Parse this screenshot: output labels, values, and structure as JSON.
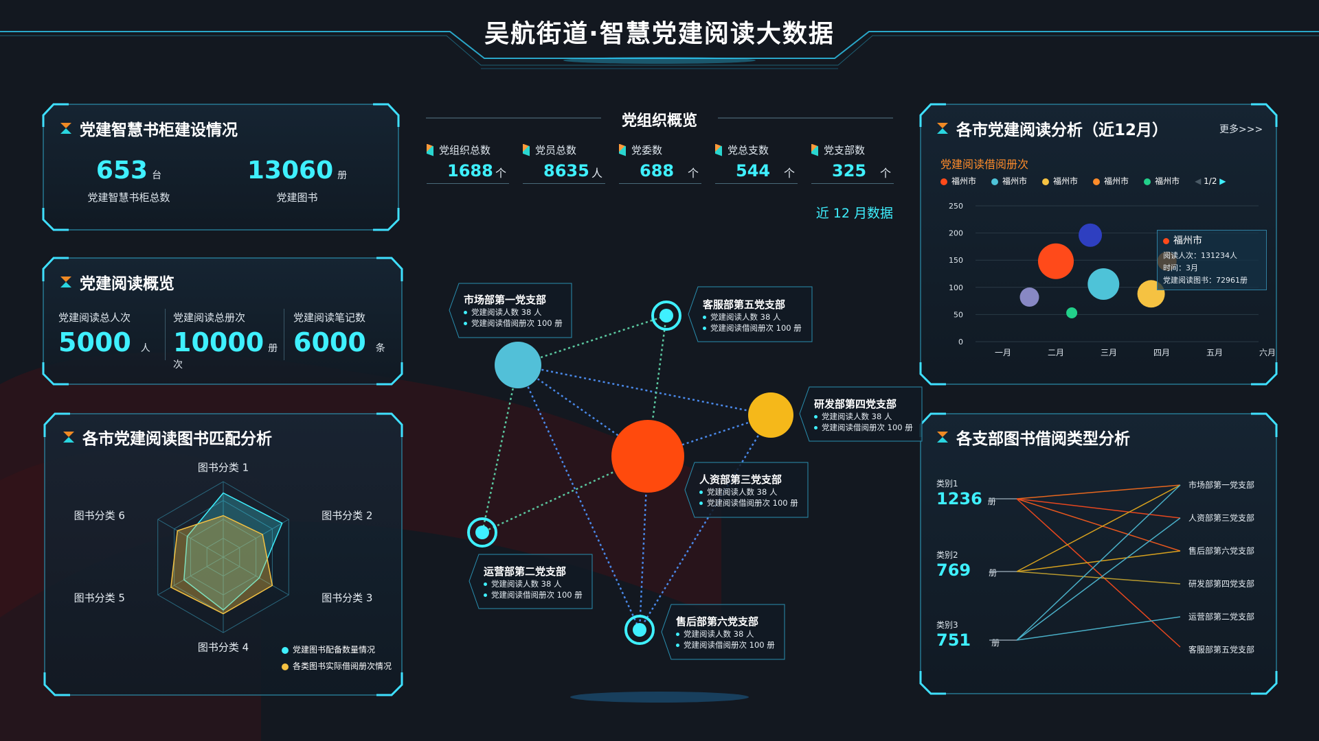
{
  "title": "吴航街道·智慧党建阅读大数据",
  "panel1": {
    "title": "党建智慧书柜建设情况",
    "stats": [
      {
        "value": "653",
        "unit": "台",
        "label": "党建智慧书柜总数"
      },
      {
        "value": "13060",
        "unit": "册",
        "label": "党建图书"
      }
    ]
  },
  "panel2": {
    "title": "党建阅读概览",
    "stats": [
      {
        "label": "党建阅读总人次",
        "value": "5000",
        "unit": "人"
      },
      {
        "label": "党建阅读总册次",
        "value": "10000",
        "unit": "册次"
      },
      {
        "label": "党建阅读笔记数",
        "value": "6000",
        "unit": "条"
      }
    ]
  },
  "panel3": {
    "title": "各市党建阅读图书匹配分析",
    "axes": [
      "图书分类 1",
      "图书分类 2",
      "图书分类 3",
      "图书分类 4",
      "图书分类 5",
      "图书分类 6"
    ],
    "legend": [
      "党建图书配备数量情况",
      "各类图书实际借阅册次情况"
    ],
    "series_colors": [
      "#3ff0ff",
      "#f5c242"
    ]
  },
  "center": {
    "title": "党组织概览",
    "stats": [
      {
        "name": "党组织总数",
        "value": "1688",
        "unit": "个"
      },
      {
        "name": "党员总数",
        "value": "8635",
        "unit": "人"
      },
      {
        "name": "党委数",
        "value": "688",
        "unit": "个"
      },
      {
        "name": "党总支数",
        "value": "544",
        "unit": "个"
      },
      {
        "name": "党支部数",
        "value": "325",
        "unit": "个"
      }
    ],
    "period": "近 12 月数据",
    "nodes": [
      {
        "title": "市场部第一党支部",
        "line1": "党建阅读人数 38 人",
        "line2": "党建阅读借阅册次 100 册"
      },
      {
        "title": "客服部第五党支部",
        "line1": "党建阅读人数 38 人",
        "line2": "党建阅读借阅册次 100 册"
      },
      {
        "title": "研发部第四党支部",
        "line1": "党建阅读人数 38 人",
        "line2": "党建阅读借阅册次 100 册"
      },
      {
        "title": "人资部第三党支部",
        "line1": "党建阅读人数 38 人",
        "line2": "党建阅读借阅册次 100 册"
      },
      {
        "title": "运营部第二党支部",
        "line1": "党建阅读人数 38 人",
        "line2": "党建阅读借阅册次 100 册"
      },
      {
        "title": "售后部第六党支部",
        "line1": "党建阅读人数 38 人",
        "line2": "党建阅读借阅册次 100 册"
      }
    ]
  },
  "panel4": {
    "title": "各市党建阅读分析（近12月）",
    "more": "更多>>>",
    "subtitle": "党建阅读借阅册次",
    "legend": [
      "福州市",
      "福州市",
      "福州市",
      "福州市",
      "福州市"
    ],
    "legend_colors": [
      "#ff4a1a",
      "#4ec3d8",
      "#f5c242",
      "#ff8c2a",
      "#22d08a"
    ],
    "pager": "1/2",
    "tooltip": {
      "title": "福州市",
      "line1": "阅读人次：131234人",
      "line2": "时间：3月",
      "line3": "党建阅读图书：72961册"
    }
  },
  "panel5": {
    "title": "各支部图书借阅类型分析",
    "categories": [
      {
        "label": "类别1",
        "value": "1236",
        "unit": "册"
      },
      {
        "label": "类别2",
        "value": "769",
        "unit": "册"
      },
      {
        "label": "类别3",
        "value": "751",
        "unit": "册"
      }
    ],
    "branches": [
      "市场部第一党支部",
      "人资部第三党支部",
      "售后部第六党支部",
      "研发部第四党支部",
      "运营部第二党支部",
      "客服部第五党支部"
    ]
  },
  "chart_data": [
    {
      "type": "radar",
      "axes": [
        "图书分类 1",
        "图书分类 2",
        "图书分类 3",
        "图书分类 4",
        "图书分类 5",
        "图书分类 6"
      ],
      "max": 100,
      "series": [
        {
          "name": "党建图书配备数量情况",
          "values": [
            85,
            90,
            55,
            70,
            60,
            55
          ]
        },
        {
          "name": "各类图书实际借阅册次情况",
          "values": [
            55,
            60,
            75,
            75,
            80,
            70
          ]
        }
      ]
    },
    {
      "type": "scatter",
      "categories": [
        "一月",
        "二月",
        "三月",
        "四月",
        "五月",
        "六月"
      ],
      "yticks": [
        "0",
        "50",
        "100",
        "150",
        "200",
        "250"
      ],
      "ylim": [
        0,
        250
      ],
      "points": [
        {
          "x": 0.5,
          "y": 82,
          "r": 14,
          "color": "#8888c4"
        },
        {
          "x": 1,
          "y": 148,
          "r": 26,
          "color": "#ff4a1a"
        },
        {
          "x": 1.3,
          "y": 53,
          "r": 8,
          "color": "#22d08a"
        },
        {
          "x": 1.65,
          "y": 196,
          "r": 17,
          "color": "#2e3fc0"
        },
        {
          "x": 1.9,
          "y": 106,
          "r": 23,
          "color": "#4ec3d8"
        },
        {
          "x": 2.8,
          "y": 88,
          "r": 20,
          "color": "#f5c242"
        },
        {
          "x": 3.1,
          "y": 148,
          "r": 14,
          "color": "#ff8c2a"
        }
      ]
    }
  ]
}
